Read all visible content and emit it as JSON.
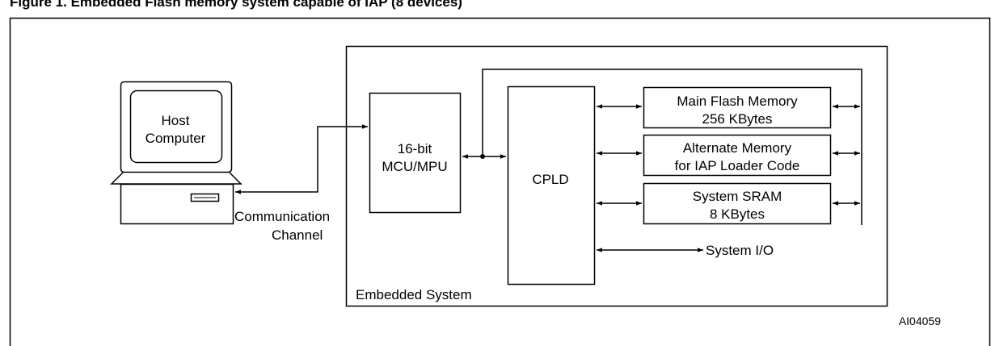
{
  "figure": {
    "caption": "Figure 1. Embedded Flash memory system capable of IAP (8 devices)",
    "code": "AI04059"
  },
  "host": {
    "line1": "Host",
    "line2": "Computer"
  },
  "channel": {
    "line1": "Communication",
    "line2": "Channel"
  },
  "mcu": {
    "line1": "16-bit",
    "line2": "MCU/MPU"
  },
  "cpld": {
    "label": "CPLD"
  },
  "memories": {
    "main_flash": {
      "line1": "Main Flash Memory",
      "line2": "256 KBytes"
    },
    "alternate": {
      "line1": "Alternate Memory",
      "line2": "for IAP Loader Code"
    },
    "sram": {
      "line1": "System SRAM",
      "line2": "8 KBytes"
    }
  },
  "system_io": {
    "label": "System I/O"
  },
  "embedded_system": {
    "label": "Embedded System"
  },
  "colors": {
    "stroke": "#000000",
    "background": "#ffffff"
  }
}
